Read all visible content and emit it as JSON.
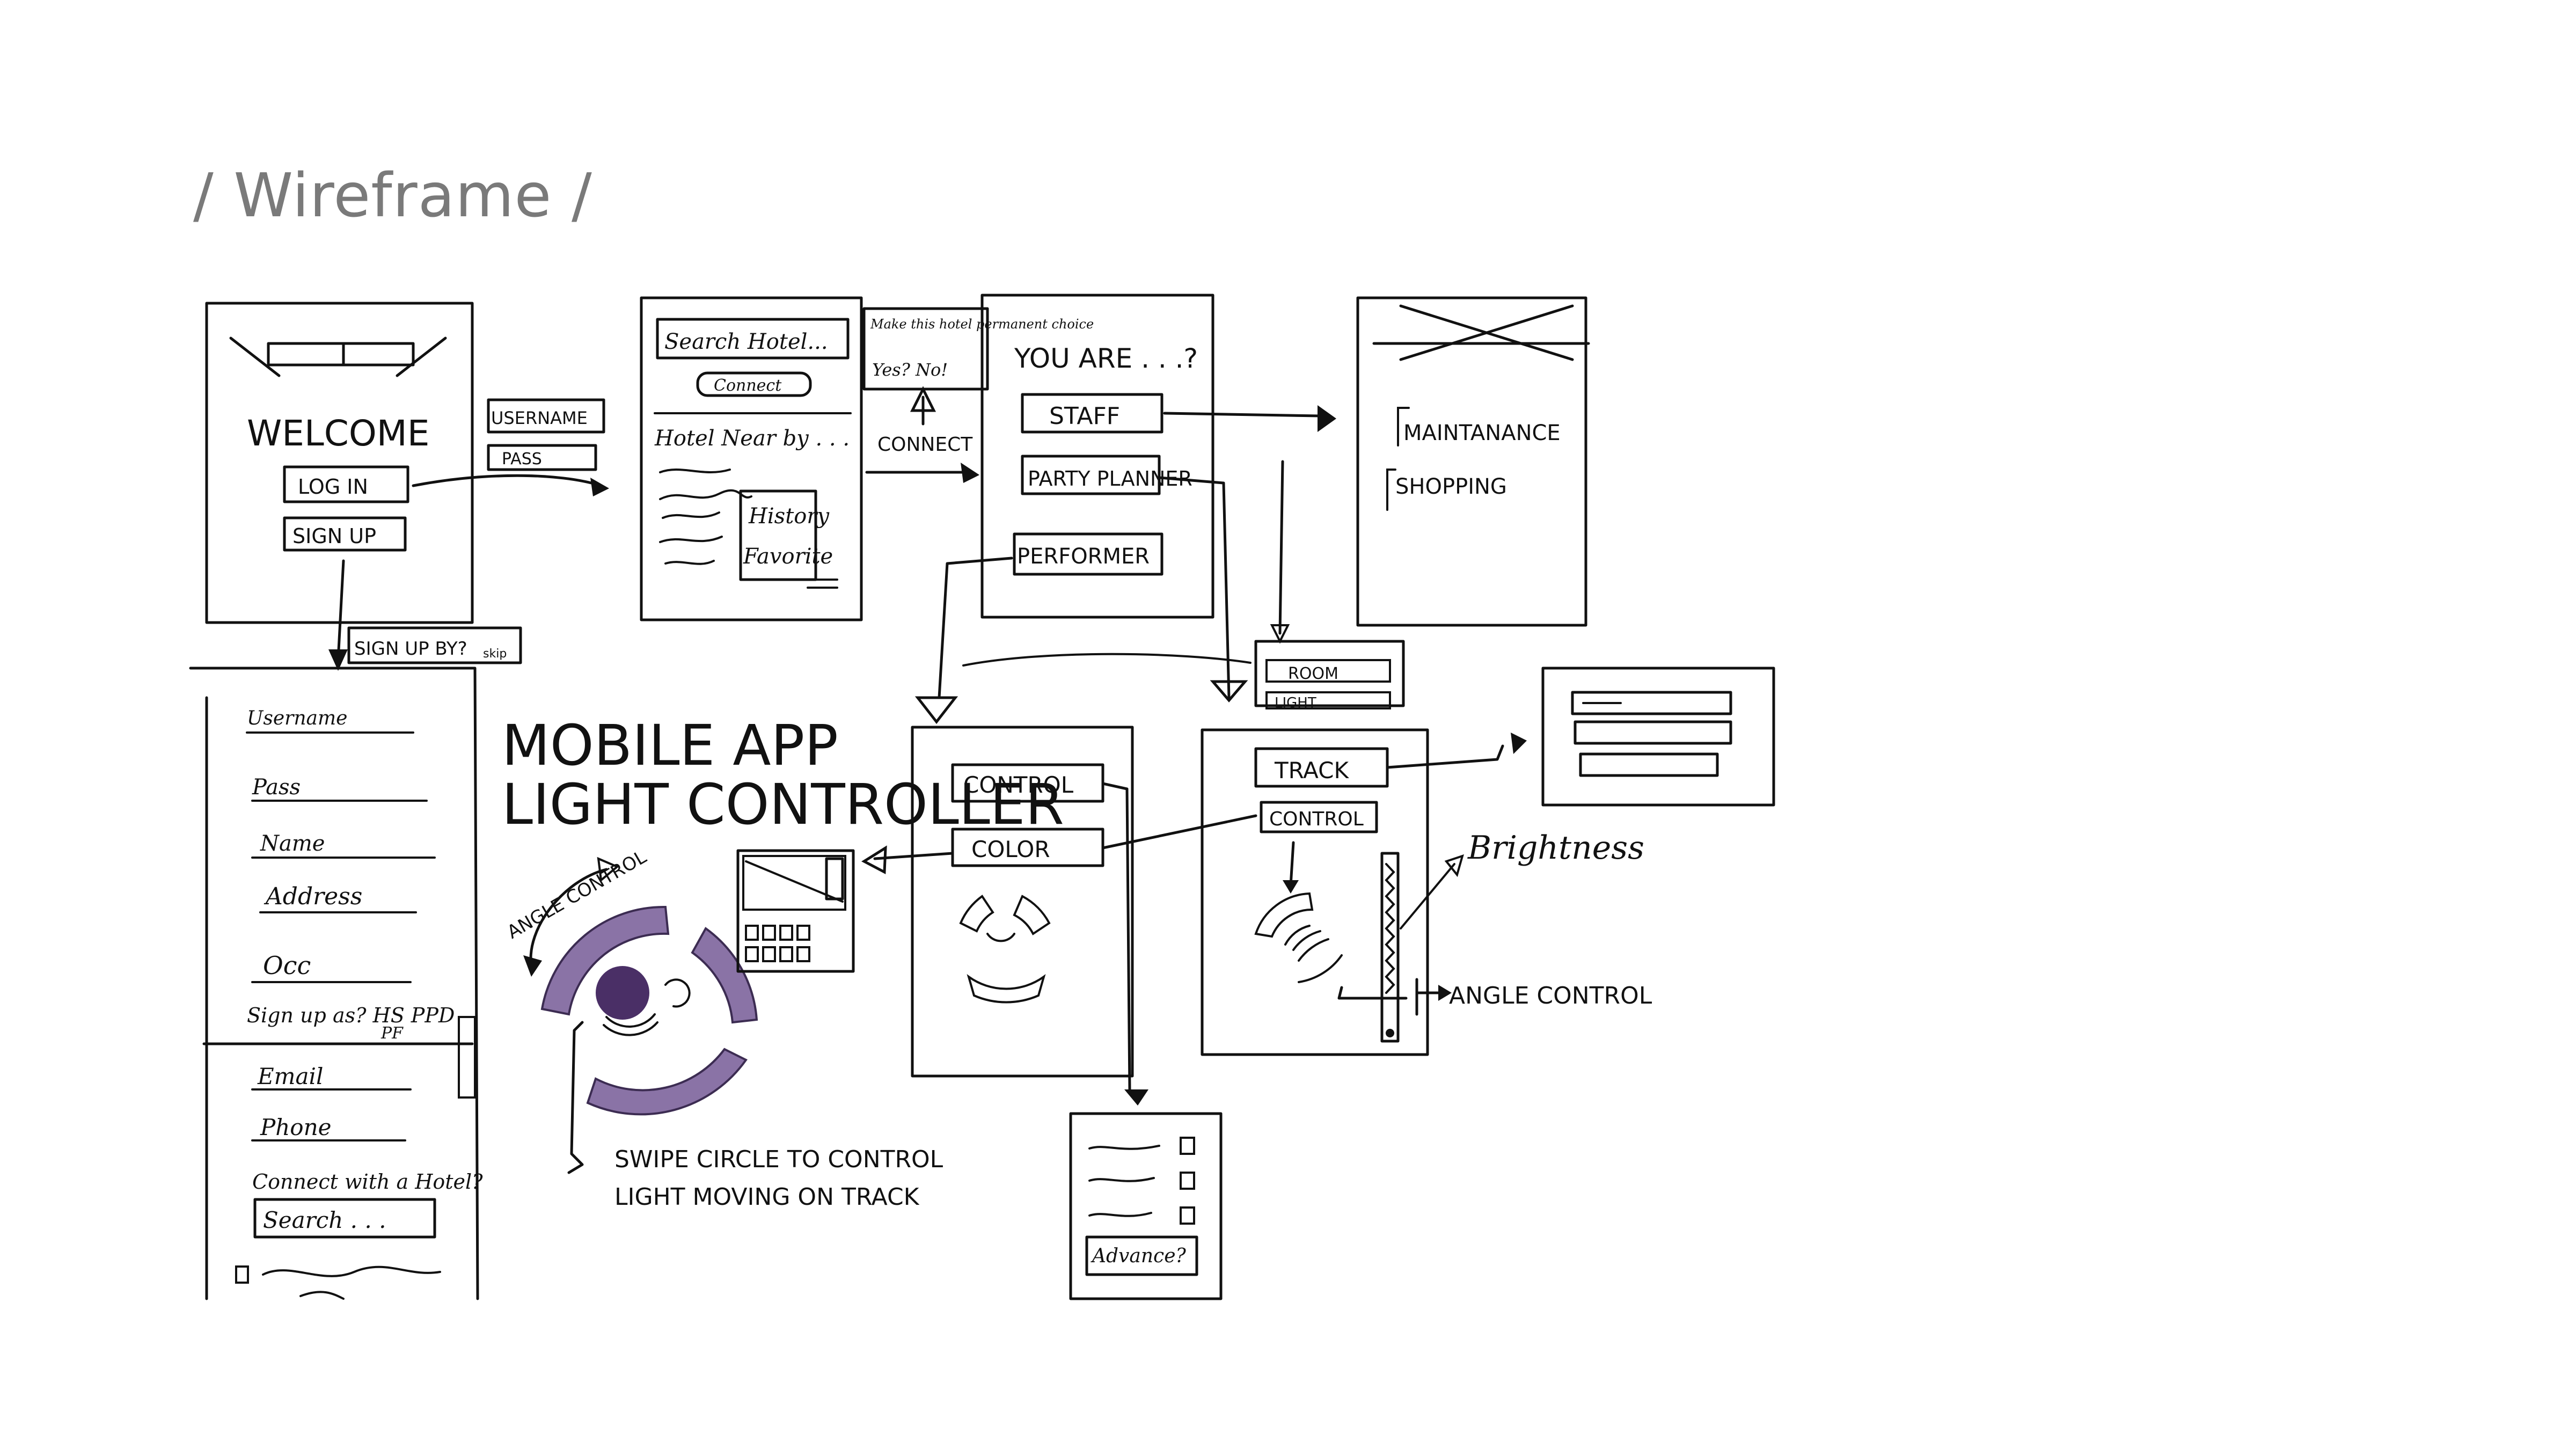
{
  "header": {
    "title": "/ Wireframe /"
  },
  "welcome_screen": {
    "heading": "WELCOME",
    "login": "LOG IN",
    "signup": "SIGN UP",
    "side_username": "USERNAME",
    "side_pass": "PASS",
    "signup_by": "SIGN UP BY?",
    "skip": "skip"
  },
  "signup_form": {
    "fields": [
      "Username",
      "Pass",
      "Name",
      "Address",
      "Occ"
    ],
    "signup_as": "Sign up as? HS PPD",
    "signup_as_2": "PF",
    "more_fields": [
      "Email",
      "Phone"
    ],
    "connect": "Connect with a Hotel?",
    "search": "Search . . ."
  },
  "hotel_screen": {
    "search": "Search Hotel...",
    "connect_btn": "Connect",
    "near_by": "Hotel Near by . . .",
    "history": "History",
    "favorite": "Favorite"
  },
  "popup": {
    "question": "Make this hotel permanent choice",
    "options": "Yes? No!",
    "connect": "CONNECT"
  },
  "role_screen": {
    "question": "YOU ARE . . .?",
    "staff": "STAFF",
    "party": "PARTY PLANNER",
    "performer": "PERFORMER"
  },
  "staff_screen": {
    "maintenance": "MAINTANANCE",
    "shopping": "SHOPPING"
  },
  "room_light": {
    "room": "ROOM",
    "light": "LIGHT"
  },
  "app_title": {
    "line1": "MOBILE APP",
    "line2": "LIGHT CONTROLLER"
  },
  "angle_control_label": "ANGLE CONTROL",
  "swipe_note": {
    "line1": "SWIPE CIRCLE TO CONTROL",
    "line2": "LIGHT MOVING ON TRACK"
  },
  "control_screen": {
    "control": "CONTROL",
    "color": "COLOR"
  },
  "track_screen": {
    "track": "TRACK",
    "control": "CONTROL"
  },
  "brightness_label": "Brightness",
  "angle_control_label_2": "ANGLE CONTROL",
  "advance_screen": {
    "advance": "Advance?"
  },
  "colors": {
    "accent": "#8a73a6",
    "ink": "#111111",
    "title": "#7a7a7a"
  }
}
